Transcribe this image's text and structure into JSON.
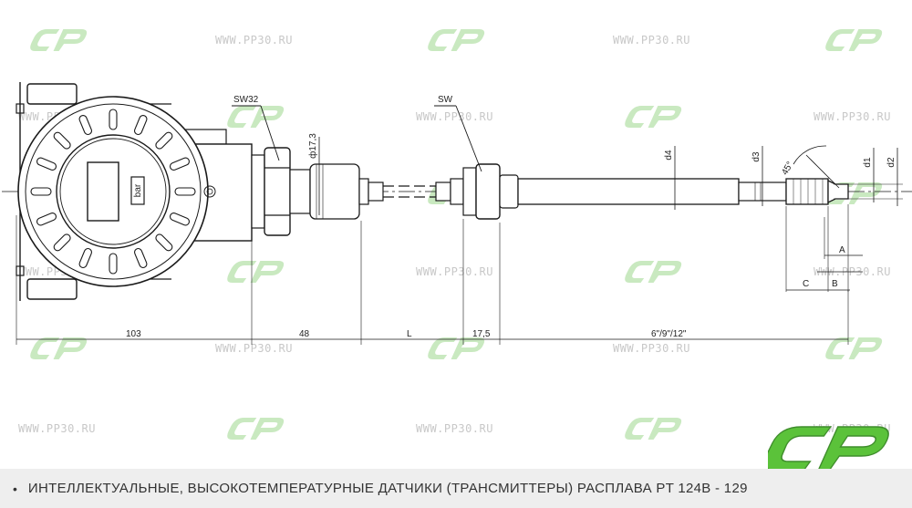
{
  "watermark": {
    "url_text": "WWW.PP30.RU",
    "logo_text": "СР"
  },
  "drawing": {
    "labels": {
      "sw32": "SW32",
      "sw": "SW",
      "phi17": "ф17,3",
      "d4": "d4",
      "d3": "d3",
      "d1": "d1",
      "d2": "d2",
      "angle": "45°",
      "a": "A",
      "b": "B",
      "c": "C",
      "bar": "bar"
    },
    "dimensions": {
      "d103": "103",
      "d48": "48",
      "dL": "L",
      "d17": "17,5",
      "dlen": "6\"/9\"/12\""
    }
  },
  "caption": {
    "bullet": "•",
    "text": "ИНТЕЛЛЕКТУАЛЬНЫЕ, ВЫСОКОТЕМПЕРАТУРНЫЕ ДАТЧИКИ (ТРАНСМИТТЕРЫ) РАСПЛАВА PT 124B - 129"
  },
  "colors": {
    "watermark_green": "#c9e9c0",
    "logo_green": "#5bc23a",
    "logo_dark": "#3f8d2c",
    "line": "#1a1a1a",
    "caption_bg": "#eeeeee"
  }
}
